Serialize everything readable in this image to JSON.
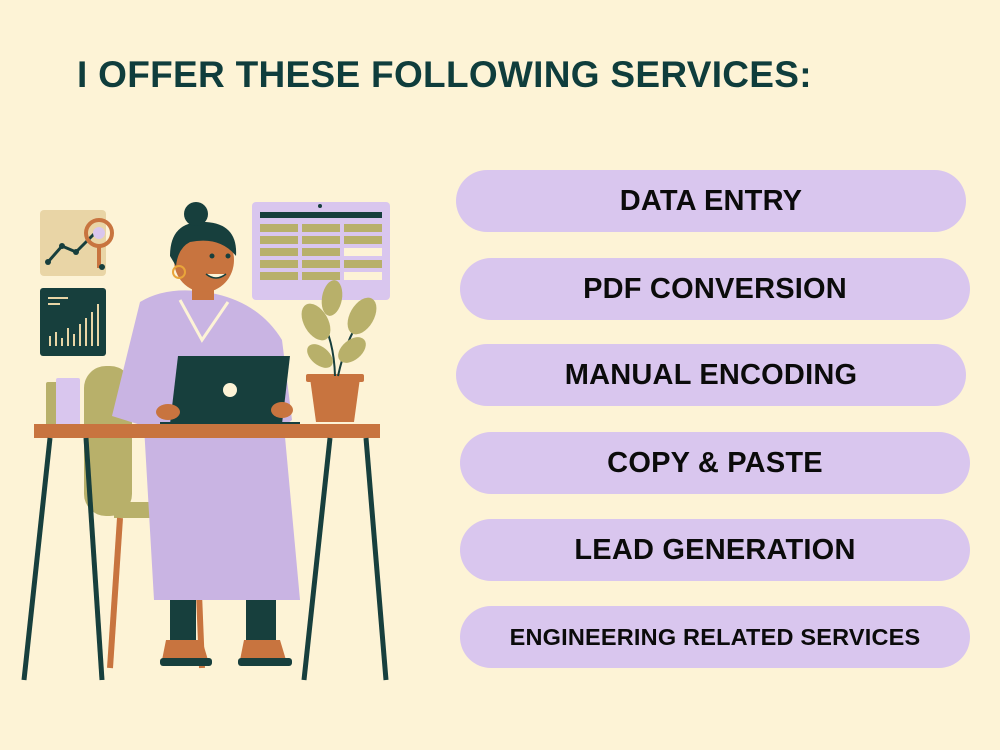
{
  "headline": "I OFFER THESE FOLLOWING SERVICES:",
  "services": [
    "DATA ENTRY",
    "PDF CONVERSION",
    "MANUAL ENCODING",
    "COPY & PASTE",
    "LEAD GENERATION",
    "ENGINEERING RELATED SERVICES"
  ],
  "colors": {
    "background": "#fdf3d6",
    "headline": "#0f3d3c",
    "pill": "#d9c6ee",
    "pill_text": "#0b0b0b",
    "illustration_dark": "#173f3d",
    "illustration_lilac": "#c9b4e3",
    "illustration_wood": "#c8743f",
    "illustration_olive": "#b8b06a"
  },
  "icons": [
    "woman-at-laptop-illustration",
    "line-chart-magnifier-icon",
    "bar-chart-panel-icon",
    "spreadsheet-board-icon",
    "potted-plant-icon",
    "laptop-icon",
    "mug-icon"
  ]
}
